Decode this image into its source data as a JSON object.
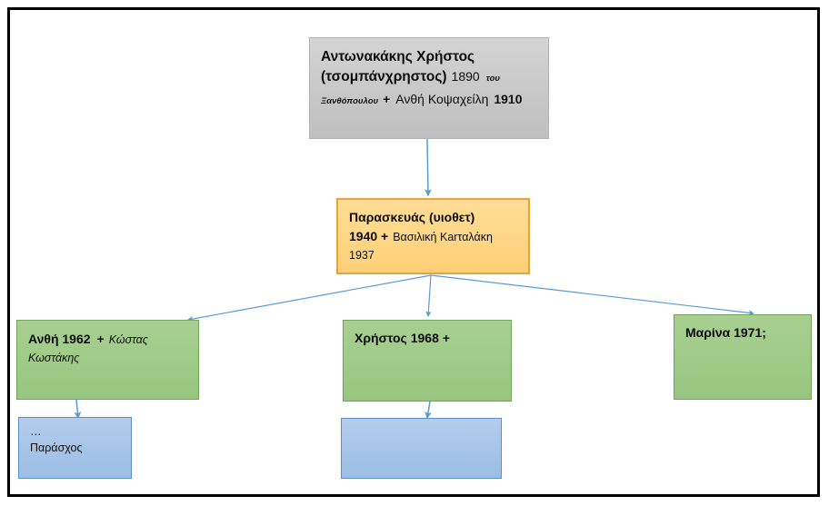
{
  "diagram": {
    "title": "Family tree (genealogy chart)",
    "background": "#ffffff",
    "border_color": "#000000",
    "connector_color": "#5b9bd5",
    "colors": {
      "grey_fill": "#c8c8c8",
      "grey_border": "#b2b2b2",
      "orange_fill": "#ffd685",
      "orange_border": "#e8a33d",
      "green_fill": "#9ecb87",
      "green_border": "#70a355",
      "blue_fill": "#a6c4e8",
      "blue_border": "#5b8fcb"
    }
  },
  "nodes": {
    "grandparents": {
      "line1": "Αντωνακάκης  Χρήστος",
      "line2_a": "(τσομπάνχρηστος)",
      "line2_b": "1890",
      "line2_c": "του",
      "line3_a": "Ξανθόπουλου",
      "line3_b": "+",
      "line3_c": "Ανθή Κοψαχείλη",
      "line3_d": "1910"
    },
    "parent": {
      "line1": "Παρασκευάς (υιοθετ)",
      "line2_a": "1940 +",
      "line2_b": "Βασιλική Κarταλάκη",
      "line3": "1937"
    },
    "child_left": {
      "line1_a": "Ανθή 1962",
      "line1_b": "+",
      "line1_c": "Κώστας",
      "line2": "Κωστάκης"
    },
    "child_middle": {
      "line1": "Χρήστος 1968 +"
    },
    "child_right": {
      "line1": "Μαρίνα 1971;"
    },
    "grandchild_left": {
      "line1": "…",
      "line2": "Παράσχος"
    },
    "grandchild_middle": {
      "line1": ""
    }
  }
}
